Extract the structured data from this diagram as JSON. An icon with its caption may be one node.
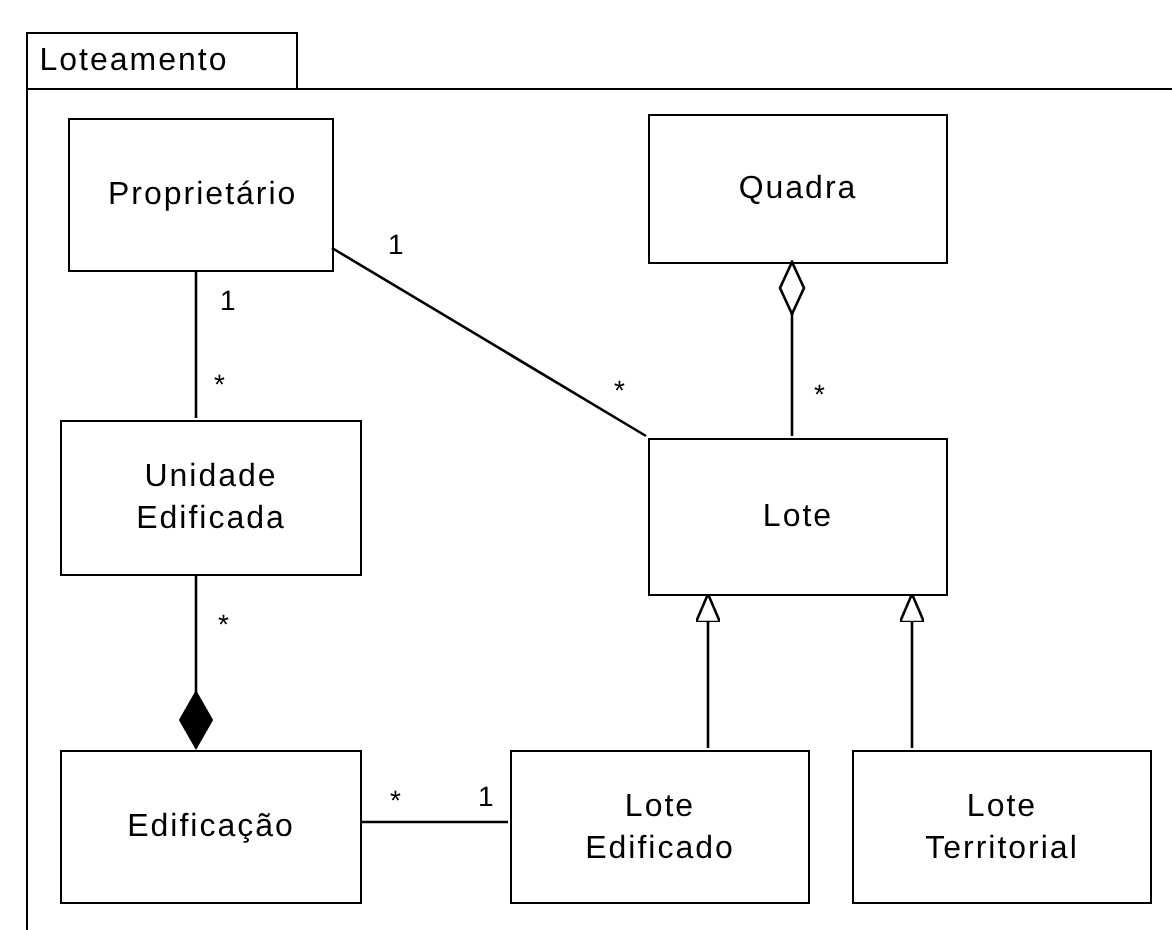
{
  "diagram": {
    "nodes": [
      {
        "text": [
          "Loteamento"
        ]
      },
      {
        "text": [
          "Proprietário"
        ],
        "in": 0
      },
      {
        "text": [
          "Quadra"
        ],
        "in": 0
      },
      {
        "text": [
          "Unidade Edificada"
        ],
        "in": 0
      },
      {
        "text": [
          "Lote"
        ],
        "in": 0
      },
      {
        "text": [
          "Edificação"
        ],
        "in": 0
      },
      {
        "text": [
          "Lote Edificado"
        ],
        "in": 0
      },
      {
        "text": [
          "Lote Territorial"
        ],
        "in": 0
      }
    ],
    "edges": [
      {
        "from": 1,
        "to": 3,
        "arrow": "none"
      },
      {
        "from": 1,
        "to": 4,
        "arrow": "none"
      },
      {
        "from": 4,
        "to": 2,
        "arrow": "other"
      },
      {
        "from": 3,
        "to": 5,
        "arrow": "other"
      },
      {
        "from": 6,
        "to": 4,
        "arrow": "to"
      },
      {
        "from": 7,
        "to": 4,
        "arrow": "to"
      },
      {
        "from": 5,
        "to": 6,
        "arrow": "none"
      }
    ],
    "labels": [
      "1",
      "1",
      "*",
      "*",
      "*",
      "*",
      "*",
      "1"
    ]
  }
}
